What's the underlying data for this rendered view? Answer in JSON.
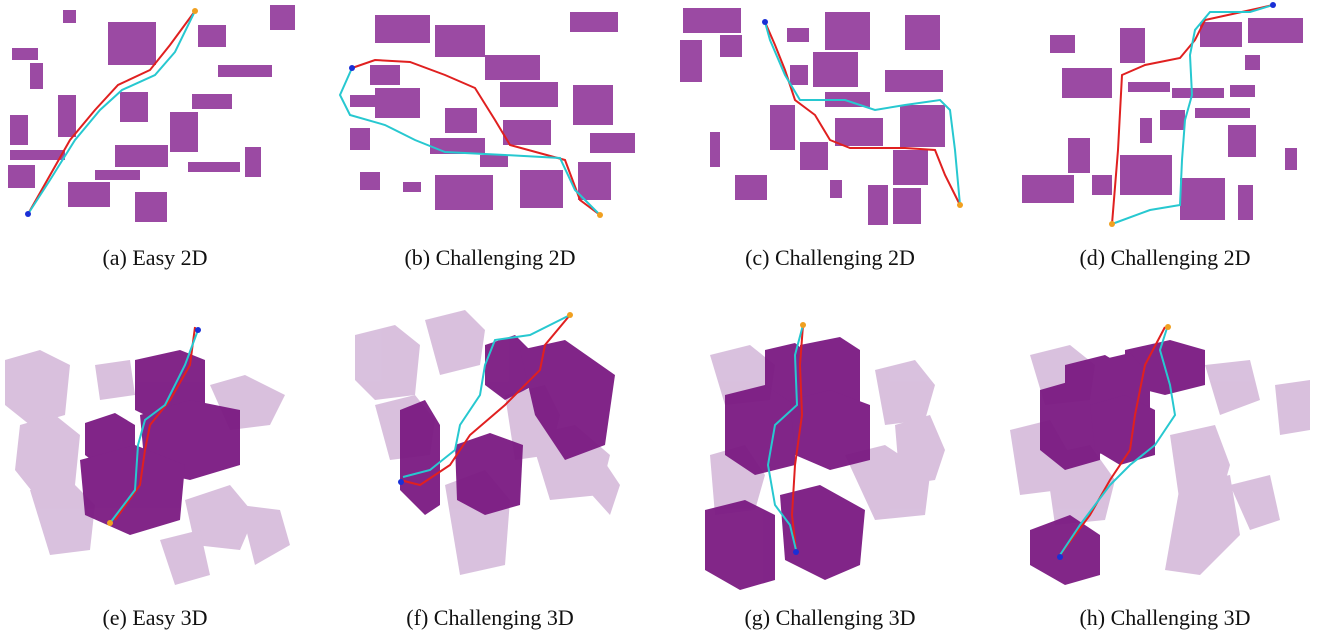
{
  "figure": {
    "panels": [
      {
        "id": "a",
        "caption": "(a) Easy 2D"
      },
      {
        "id": "b",
        "caption": "(b) Challenging 2D"
      },
      {
        "id": "c",
        "caption": "(c) Challenging 2D"
      },
      {
        "id": "d",
        "caption": "(d) Challenging 2D"
      },
      {
        "id": "e",
        "caption": "(e) Easy 3D"
      },
      {
        "id": "f",
        "caption": "(f) Challenging 3D"
      },
      {
        "id": "g",
        "caption": "(g) Challenging 3D"
      },
      {
        "id": "h",
        "caption": "(h) Challenging 3D"
      }
    ],
    "colors": {
      "obstacle": "#9b4aa3",
      "obstacle_solid": "#7b1a82",
      "obstacle_ghost": "#c9a6d0",
      "path_red": "#e02020",
      "path_cyan": "#27c8d0",
      "start_point": "#1a2fd6",
      "goal_point": "#f0a020"
    }
  }
}
